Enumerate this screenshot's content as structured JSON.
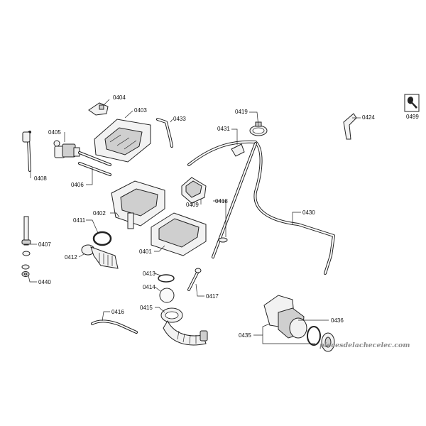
{
  "diagram": {
    "labels": {
      "l0404": "0404",
      "l0403": "0403",
      "l0433": "0433",
      "l0419": "0419",
      "l0424": "0424",
      "l0499": "0499",
      "l0405": "0405",
      "l0431": "0431",
      "l0408": "0408",
      "l0406": "0406",
      "l0409": "0409",
      "l0418": "0418",
      "l0402": "0402",
      "l0430": "0430",
      "l0411": "0411",
      "l0407": "0407",
      "l0401": "0401",
      "l0412": "0412",
      "l0440": "0440",
      "l0413": "0413",
      "l0414": "0414",
      "l0417": "0417",
      "l0415": "0415",
      "l0416": "0416",
      "l0436": "0436",
      "l0435": "0435"
    },
    "watermark": "piecesdelachecelec.com"
  }
}
